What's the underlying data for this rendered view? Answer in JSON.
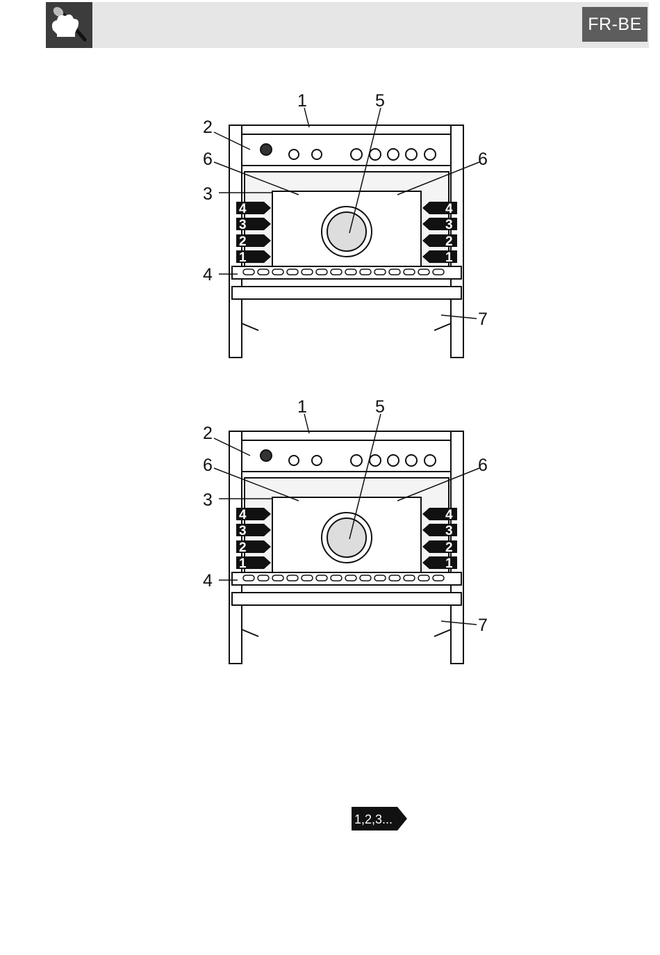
{
  "header": {
    "logo_icon": "chef-hat-spoon-icon",
    "language_code": "FR-BE"
  },
  "figures": [
    {
      "callouts": {
        "top": "1",
        "panel": "2",
        "light": "3",
        "seal": "4",
        "fan": "5",
        "left_support": "6",
        "right_support": "6",
        "drawer": "7"
      },
      "shelf_levels": [
        "4",
        "3",
        "2",
        "1"
      ]
    },
    {
      "callouts": {
        "top": "1",
        "panel": "2",
        "light": "3",
        "seal": "4",
        "fan": "5",
        "left_support": "6",
        "right_support": "6",
        "drawer": "7"
      },
      "shelf_levels": [
        "4",
        "3",
        "2",
        "1"
      ]
    }
  ],
  "footer": {
    "sequence_badge": "1,2,3..."
  }
}
